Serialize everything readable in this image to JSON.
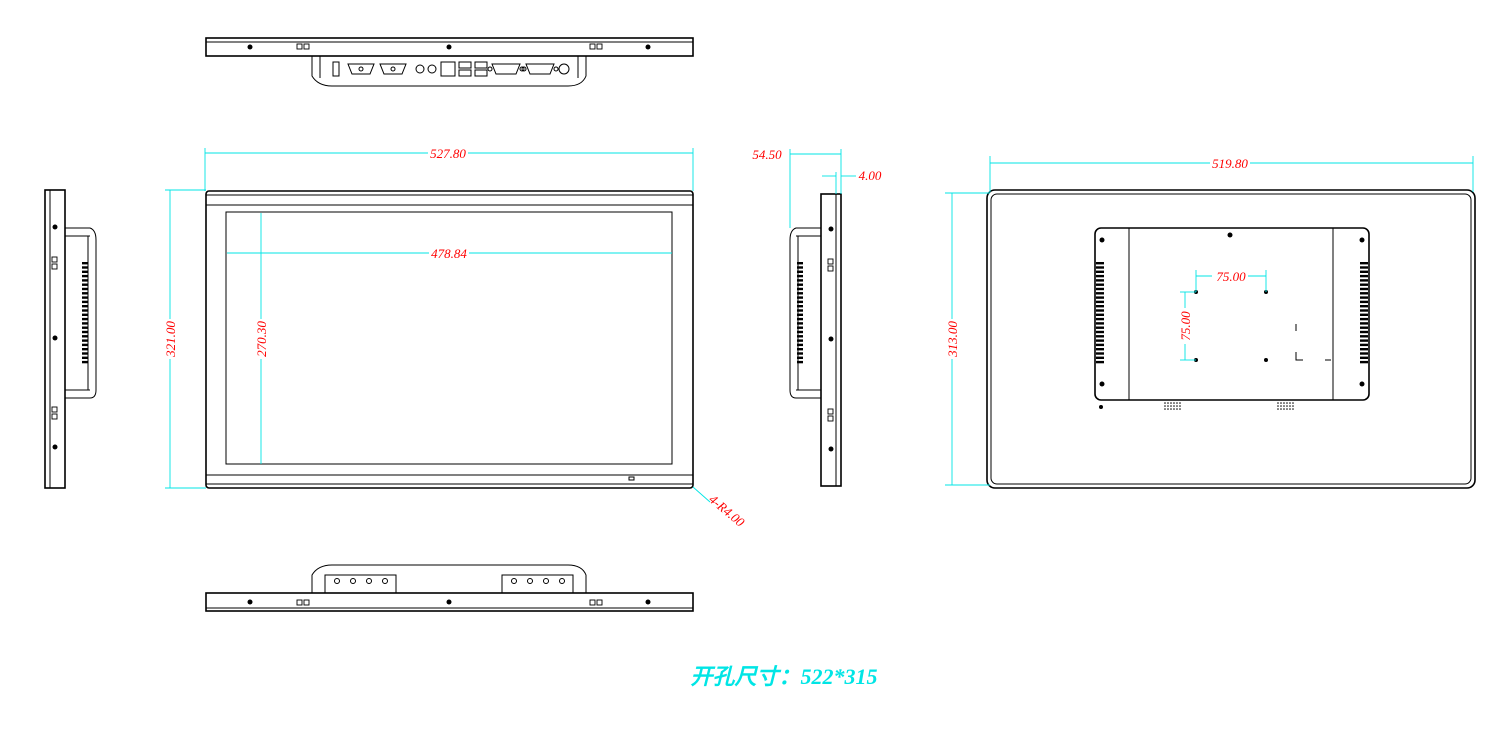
{
  "colors": {
    "line": "#000000",
    "dimension_line": "#00e5e5",
    "dimension_text": "#ff0000",
    "note_text": "#00e5e5"
  },
  "dimensions": {
    "overall_width": "527.80",
    "screen_width": "478.84",
    "overall_height": "321.00",
    "screen_height": "270.30",
    "depth": "54.50",
    "bezel_thickness": "4.00",
    "corner_radius": "4-R4.00",
    "back_width": "519.80",
    "back_height": "313.00",
    "vesa_horizontal": "75.00",
    "vesa_vertical": "75.00"
  },
  "note": "开孔尺寸：522*315"
}
